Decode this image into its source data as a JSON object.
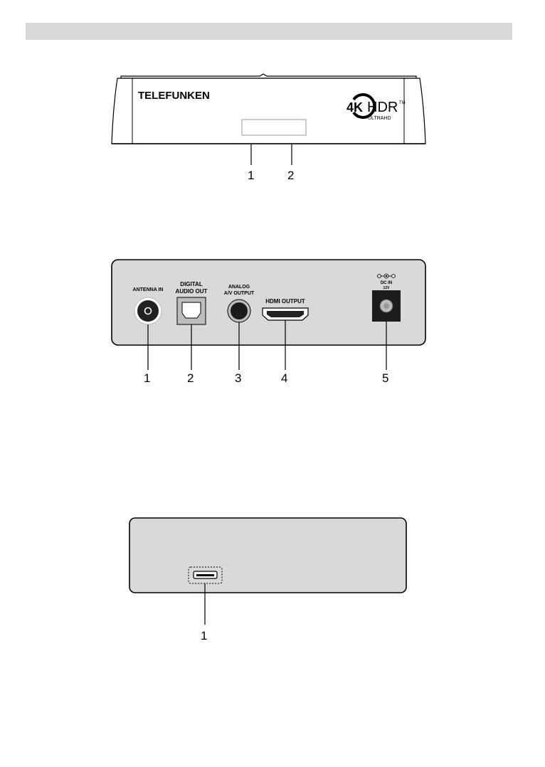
{
  "front_panel": {
    "brand": "TELEFUNKEN",
    "badge_main": "HDR",
    "badge_4k": "4K",
    "badge_tm": "TM",
    "badge_sub": "ULTRAHD",
    "callouts": [
      "1",
      "2"
    ]
  },
  "back_panel": {
    "ports": [
      {
        "label": "ANTENNA IN",
        "number": "1"
      },
      {
        "label_line1": "DIGITAL",
        "label_line2": "AUDIO OUT",
        "number": "2"
      },
      {
        "label_line1": "ANALOG",
        "label_line2": "A/V OUTPUT",
        "number": "3"
      },
      {
        "label": "HDMI OUTPUT",
        "number": "4"
      },
      {
        "label": "DC IN",
        "sublabel": "12V",
        "number": "5"
      }
    ]
  },
  "side_panel": {
    "callouts": [
      "1"
    ]
  }
}
